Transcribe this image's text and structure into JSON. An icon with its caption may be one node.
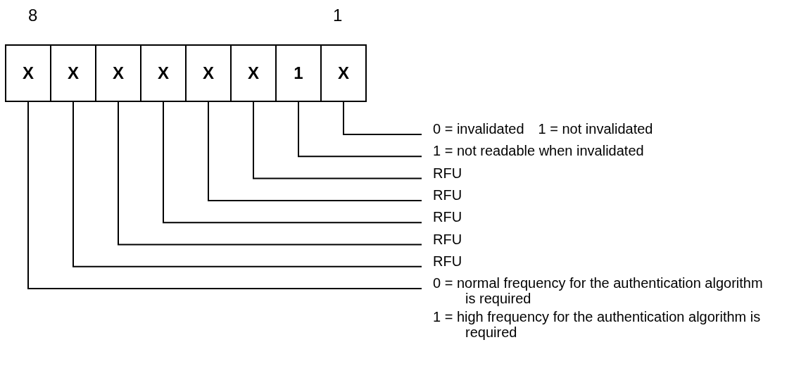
{
  "diagram": {
    "nodes": [
      {
        "text": [
          "X"
        ]
      },
      {
        "text": [
          "X"
        ]
      },
      {
        "text": [
          "X"
        ]
      },
      {
        "text": [
          "X"
        ]
      },
      {
        "text": [
          "X"
        ]
      },
      {
        "text": [
          "X"
        ]
      },
      {
        "text": [
          "1"
        ]
      },
      {
        "text": [
          "X"
        ]
      },
      {
        "text": [
          "0 = invalidated",
          "1 = not invalidated"
        ]
      },
      {
        "text": [
          "1 = not readable when invalidated"
        ]
      },
      {
        "text": [
          "RFU"
        ]
      },
      {
        "text": [
          "RFU"
        ]
      },
      {
        "text": [
          "RFU"
        ]
      },
      {
        "text": [
          "RFU"
        ]
      },
      {
        "text": [
          "RFU"
        ]
      },
      {
        "text": [
          "0 = normal frequency for the authentication algorithm is required",
          "1 = high frequency for the authentication algorithm is required"
        ]
      }
    ],
    "edges": [
      {
        "from": 7,
        "to": 8,
        "arrow": "none"
      },
      {
        "from": 6,
        "to": 9,
        "arrow": "none"
      },
      {
        "from": 5,
        "to": 10,
        "arrow": "none"
      },
      {
        "from": 4,
        "to": 11,
        "arrow": "none"
      },
      {
        "from": 3,
        "to": 12,
        "arrow": "none"
      },
      {
        "from": 2,
        "to": 13,
        "arrow": "none"
      },
      {
        "from": 1,
        "to": 14,
        "arrow": "none"
      },
      {
        "from": 0,
        "to": 15,
        "arrow": "none"
      }
    ],
    "labels": [
      "8",
      "1"
    ]
  }
}
